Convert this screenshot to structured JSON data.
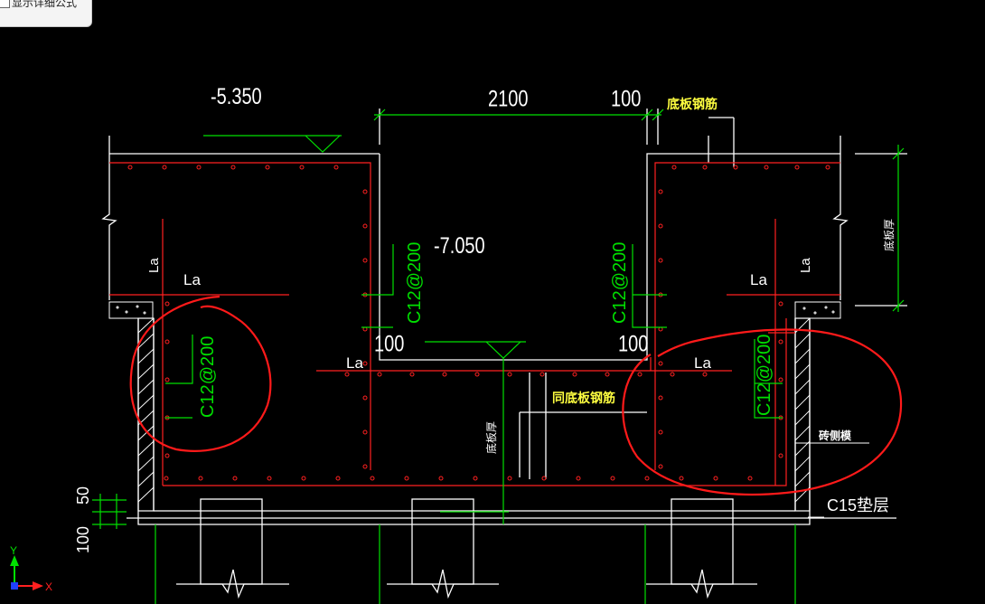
{
  "popup": {
    "checkbox_label": "显示详细公式"
  },
  "dimensions": {
    "top_width": "2100",
    "top_gap": "100",
    "bottom_left": "100",
    "bottom_right": "100",
    "left_base": "50",
    "left_base_lower": "100"
  },
  "elevations": {
    "top": "-5.350",
    "pit": "-7.050"
  },
  "rebar": {
    "left_wall": "C12@200",
    "right_wall": "C12@200",
    "left_outer": "C12@200",
    "right_outer": "C12@200"
  },
  "anchorage": {
    "la_top_left_vertical": "La",
    "la_top_left": "La",
    "la_top_right": "La",
    "la_top_right_vertical": "La",
    "la_pit_left": "La",
    "la_pit_right": "La"
  },
  "notes": {
    "bottom_slab_rebar": "底板钢筋",
    "same_slab_rebar": "同底板钢筋",
    "slab_thickness_right": "底板厚",
    "slab_thickness_pit": "底板厚",
    "brick_side_form": "砖侧模",
    "cushion": "C15垫层"
  },
  "ucs": {
    "y": "Y",
    "x": "X"
  },
  "colors": {
    "background": "#000000",
    "outline": "#ffffff",
    "rebar": "#ff2020",
    "dimension": "#00e000",
    "text": "#ffffff",
    "rebar_text": "#00e000",
    "note": "#ffff40",
    "markup": "#ff1a1a"
  }
}
